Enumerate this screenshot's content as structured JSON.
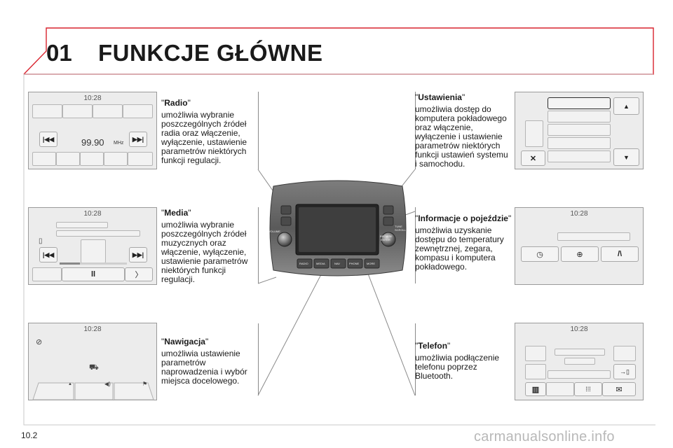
{
  "header": {
    "chapter_number": "01",
    "title": "FUNKCJE GŁÓWNE"
  },
  "page_number": "10.2",
  "watermark": "carmanualsonline.info",
  "colors": {
    "accent_red": "#d9232e",
    "frame_gray": "#c9c9c9",
    "screen_bg": "#ececec"
  },
  "screens": {
    "radio": {
      "time": "10:28",
      "frequency": "99.90",
      "unit": "MHz"
    },
    "media": {
      "time": "10:28"
    },
    "navigation": {
      "time": "10:28"
    },
    "settings": {},
    "vehicle_info": {
      "time": "10:28"
    },
    "phone": {
      "time": "10:28"
    }
  },
  "head_unit": {
    "buttons": [
      "RADIO",
      "MEDIA",
      "NAV",
      "PHONE",
      "MORE"
    ],
    "left_knob": "VOLUME",
    "right_knob": "BROWSE ENTER",
    "right_label": "TUNE SCROLL"
  },
  "descriptions": {
    "radio": {
      "title": "Radio",
      "text": "umożliwia wybranie poszczególnych źródeł radia oraz włączenie, wyłączenie, ustawienie parametrów niektórych funkcji regulacji."
    },
    "media": {
      "title": "Media",
      "text": "umożliwia wybranie poszczególnych źródeł muzycznych oraz włączenie, wyłączenie, ustawienie parametrów niektórych funkcji regulacji."
    },
    "navigation": {
      "title": "Nawigacja",
      "text": "umożliwia ustawienie parametrów naprowadzenia i wybór miejsca docelowego."
    },
    "settings": {
      "title": "Ustawienia",
      "text": "umożliwia dostęp do komputera pokładowego oraz włączenie, wyłączenie i ustawienie parametrów niektórych funkcji ustawień systemu i samochodu."
    },
    "vehicle_info": {
      "title": "Informacje o pojeździe",
      "text": "umożliwia uzyskanie dostępu do temperatury zewnętrznej, zegara, kompasu i komputera pokładowego."
    },
    "phone": {
      "title": "Telefon",
      "text": "umożliwia podłączenie telefonu poprzez Bluetooth."
    }
  }
}
